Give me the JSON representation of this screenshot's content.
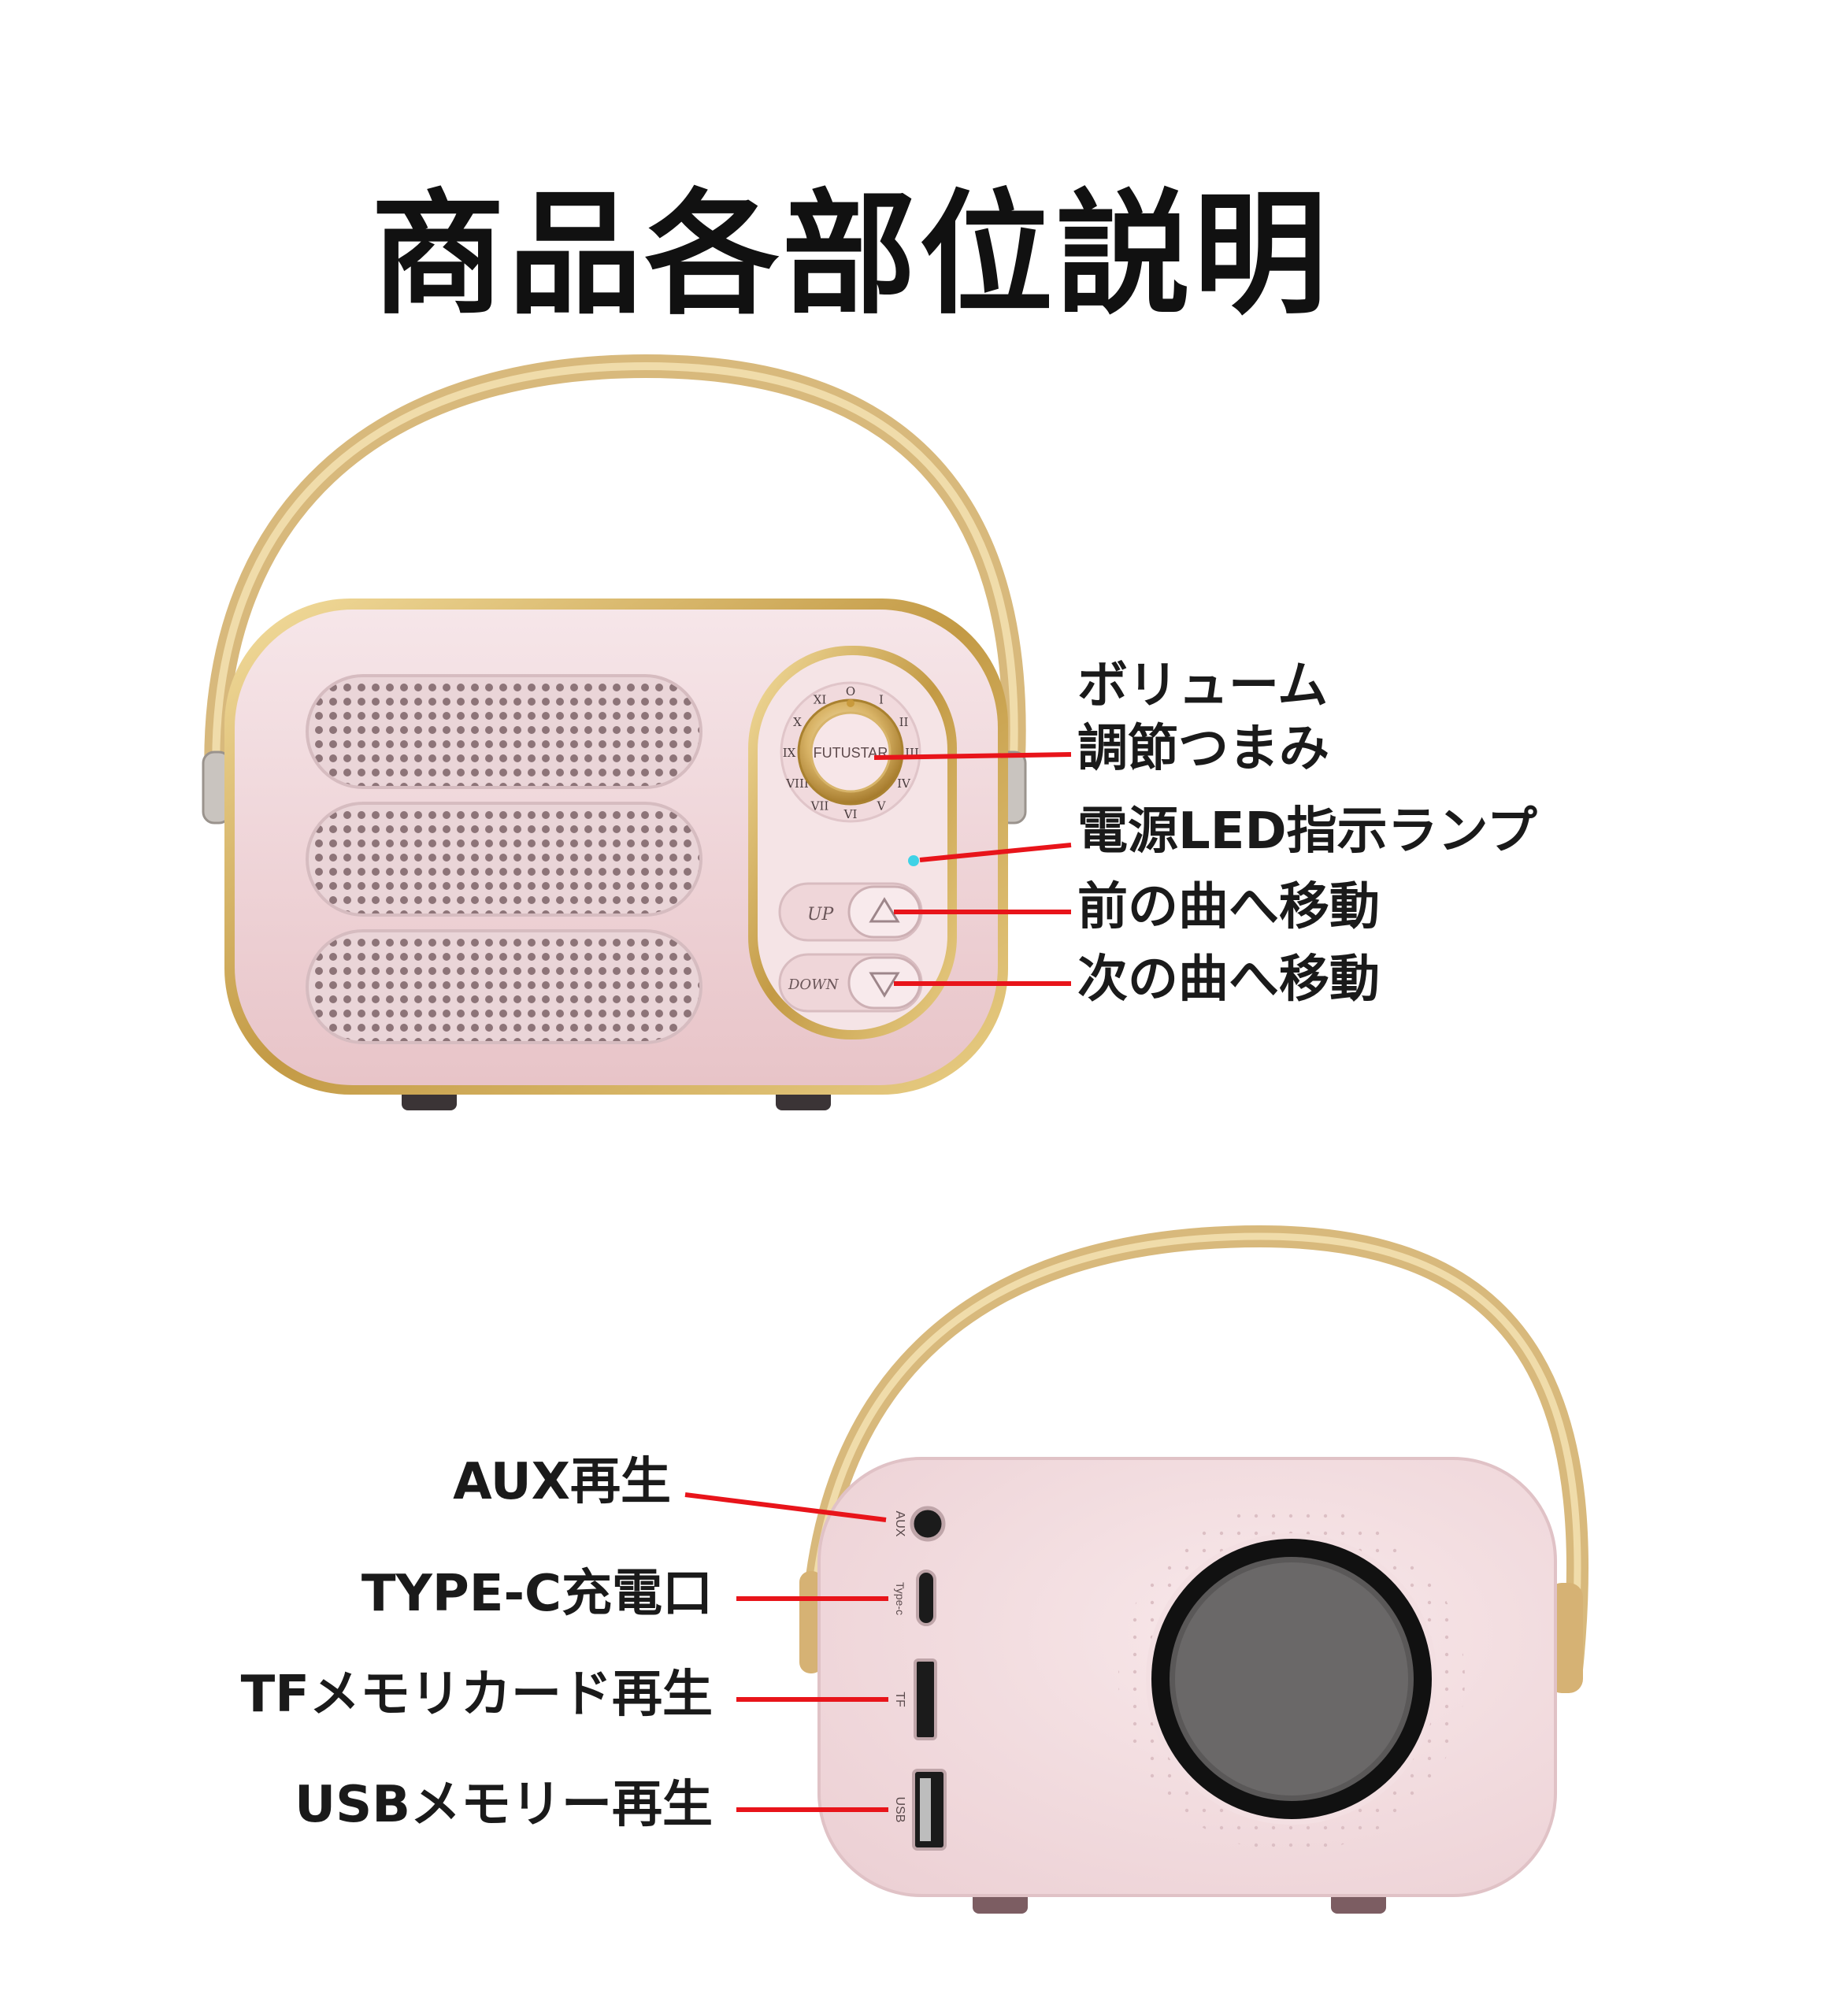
{
  "title": "商品各部位説明",
  "front": {
    "brand": "FUTUSTAR",
    "dial_numerals": [
      "O",
      "I",
      "II",
      "III",
      "IV",
      "V",
      "VI",
      "VII",
      "VIII",
      "IX",
      "X",
      "XI"
    ],
    "buttons": {
      "up": "UP",
      "down": "DOWN"
    },
    "labels": {
      "volume_line1": "ボリューム",
      "volume_line2": "調節つまみ",
      "power_led": "電源LED指示ランプ",
      "previous_track": "前の曲へ移動",
      "next_track": "次の曲へ移動"
    }
  },
  "back": {
    "port_marks": {
      "aux": "AUX",
      "typec": "Type-c",
      "tf": "TF",
      "usb": "USB"
    },
    "labels": {
      "aux": "AUX再生",
      "typec": "TYPE-C充電口",
      "tf": "TFメモリカード再生",
      "usb": "USBメモリー再生"
    }
  },
  "colors": {
    "body_pink": "#f3dfe2",
    "gold_trim": "#c9a24f",
    "strap": "#e3c892",
    "pointer_red": "#e8141a",
    "led_cyan": "#3fd2e6"
  }
}
